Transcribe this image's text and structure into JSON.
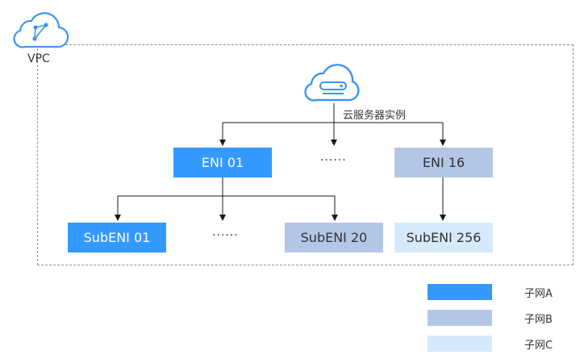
{
  "colors": {
    "subnet_a": "#3399ff",
    "subnet_b": "#b3c6e6",
    "subnet_c": "#d6e9fb",
    "line": "#1a1a1a",
    "icon": "#3b94f3"
  },
  "vpc": {
    "label": "VPC",
    "icon": "vpc-cloud-icon"
  },
  "server": {
    "label": "云服务器实例",
    "icon": "cloud-server-icon"
  },
  "enis": [
    {
      "label": "ENI 01",
      "subnet": "A"
    },
    {
      "label": "ENI 16",
      "subnet": "B"
    }
  ],
  "eni_ellipsis": "......",
  "subenis": [
    {
      "label": "SubENI 01",
      "subnet": "A"
    },
    {
      "label": "SubENI 20",
      "subnet": "B"
    },
    {
      "label": "SubENI 256",
      "subnet": "C"
    }
  ],
  "subeni_ellipsis": "......",
  "legend": [
    {
      "label": "子网A",
      "subnet": "A"
    },
    {
      "label": "子网B",
      "subnet": "B"
    },
    {
      "label": "子网C",
      "subnet": "C"
    }
  ]
}
